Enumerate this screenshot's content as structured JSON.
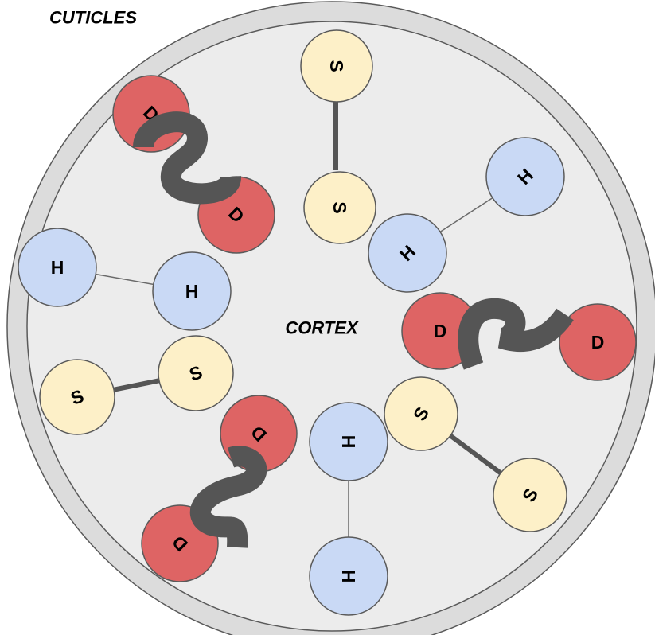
{
  "labels": {
    "outer": "CUTICLES",
    "inner": "CORTEX"
  },
  "colors": {
    "cuticle_fill": "#dcdcdc",
    "cortex_fill": "#ececec",
    "outline": "#5a5a5a",
    "disulfide": "#de6464",
    "hydrogen": "#c9d9f5",
    "salt": "#fdf0c8",
    "link_dark": "#555555",
    "link_light": "#6a6a6a"
  },
  "bond_types": [
    {
      "letter": "D",
      "kind": "disulfide"
    },
    {
      "letter": "H",
      "kind": "hydrogen"
    },
    {
      "letter": "S",
      "kind": "salt"
    }
  ]
}
